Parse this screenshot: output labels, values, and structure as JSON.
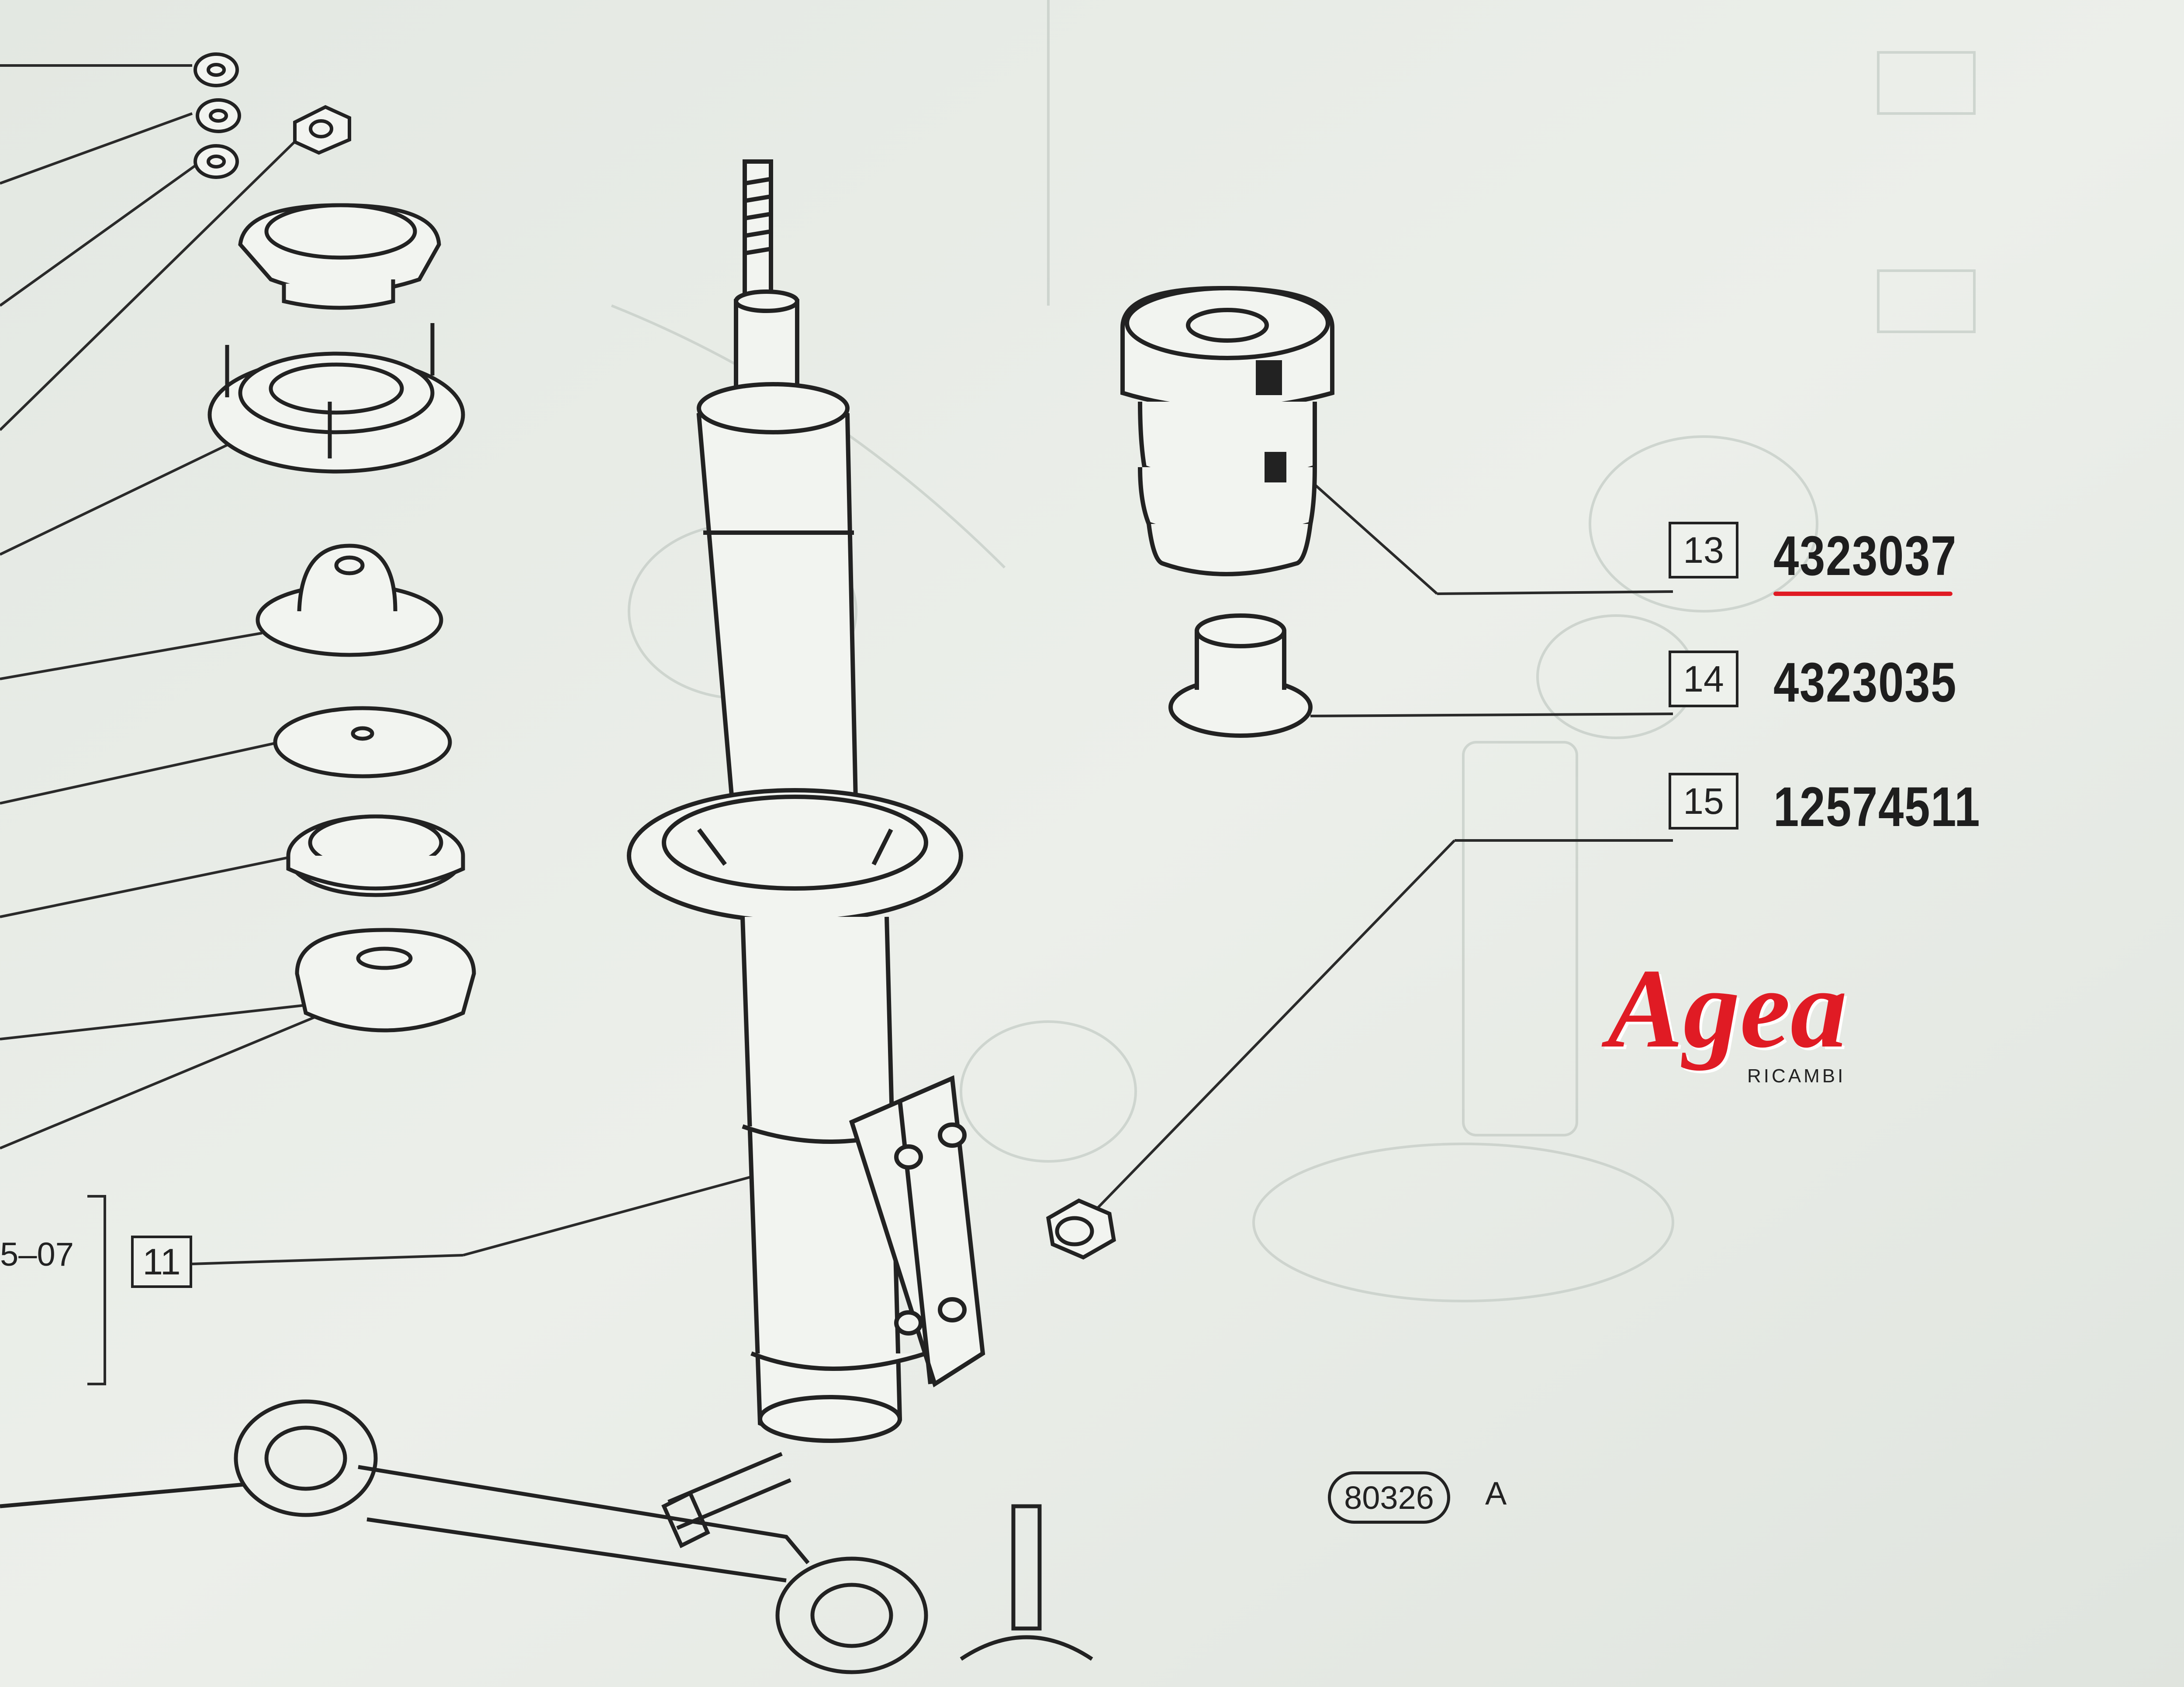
{
  "callouts": [
    {
      "index": "13",
      "part_number": "4323037"
    },
    {
      "index": "14",
      "part_number": "4323035"
    },
    {
      "index": "15",
      "part_number": "12574511"
    }
  ],
  "assembly_callout": {
    "index": "11",
    "partial_code": "5–07"
  },
  "figure": {
    "code": "80326",
    "suffix": "A"
  },
  "watermark": {
    "brand": "Agea",
    "sub": "RICAMBI",
    "color": "#e01b24"
  },
  "highlight_color": "#e01b24"
}
